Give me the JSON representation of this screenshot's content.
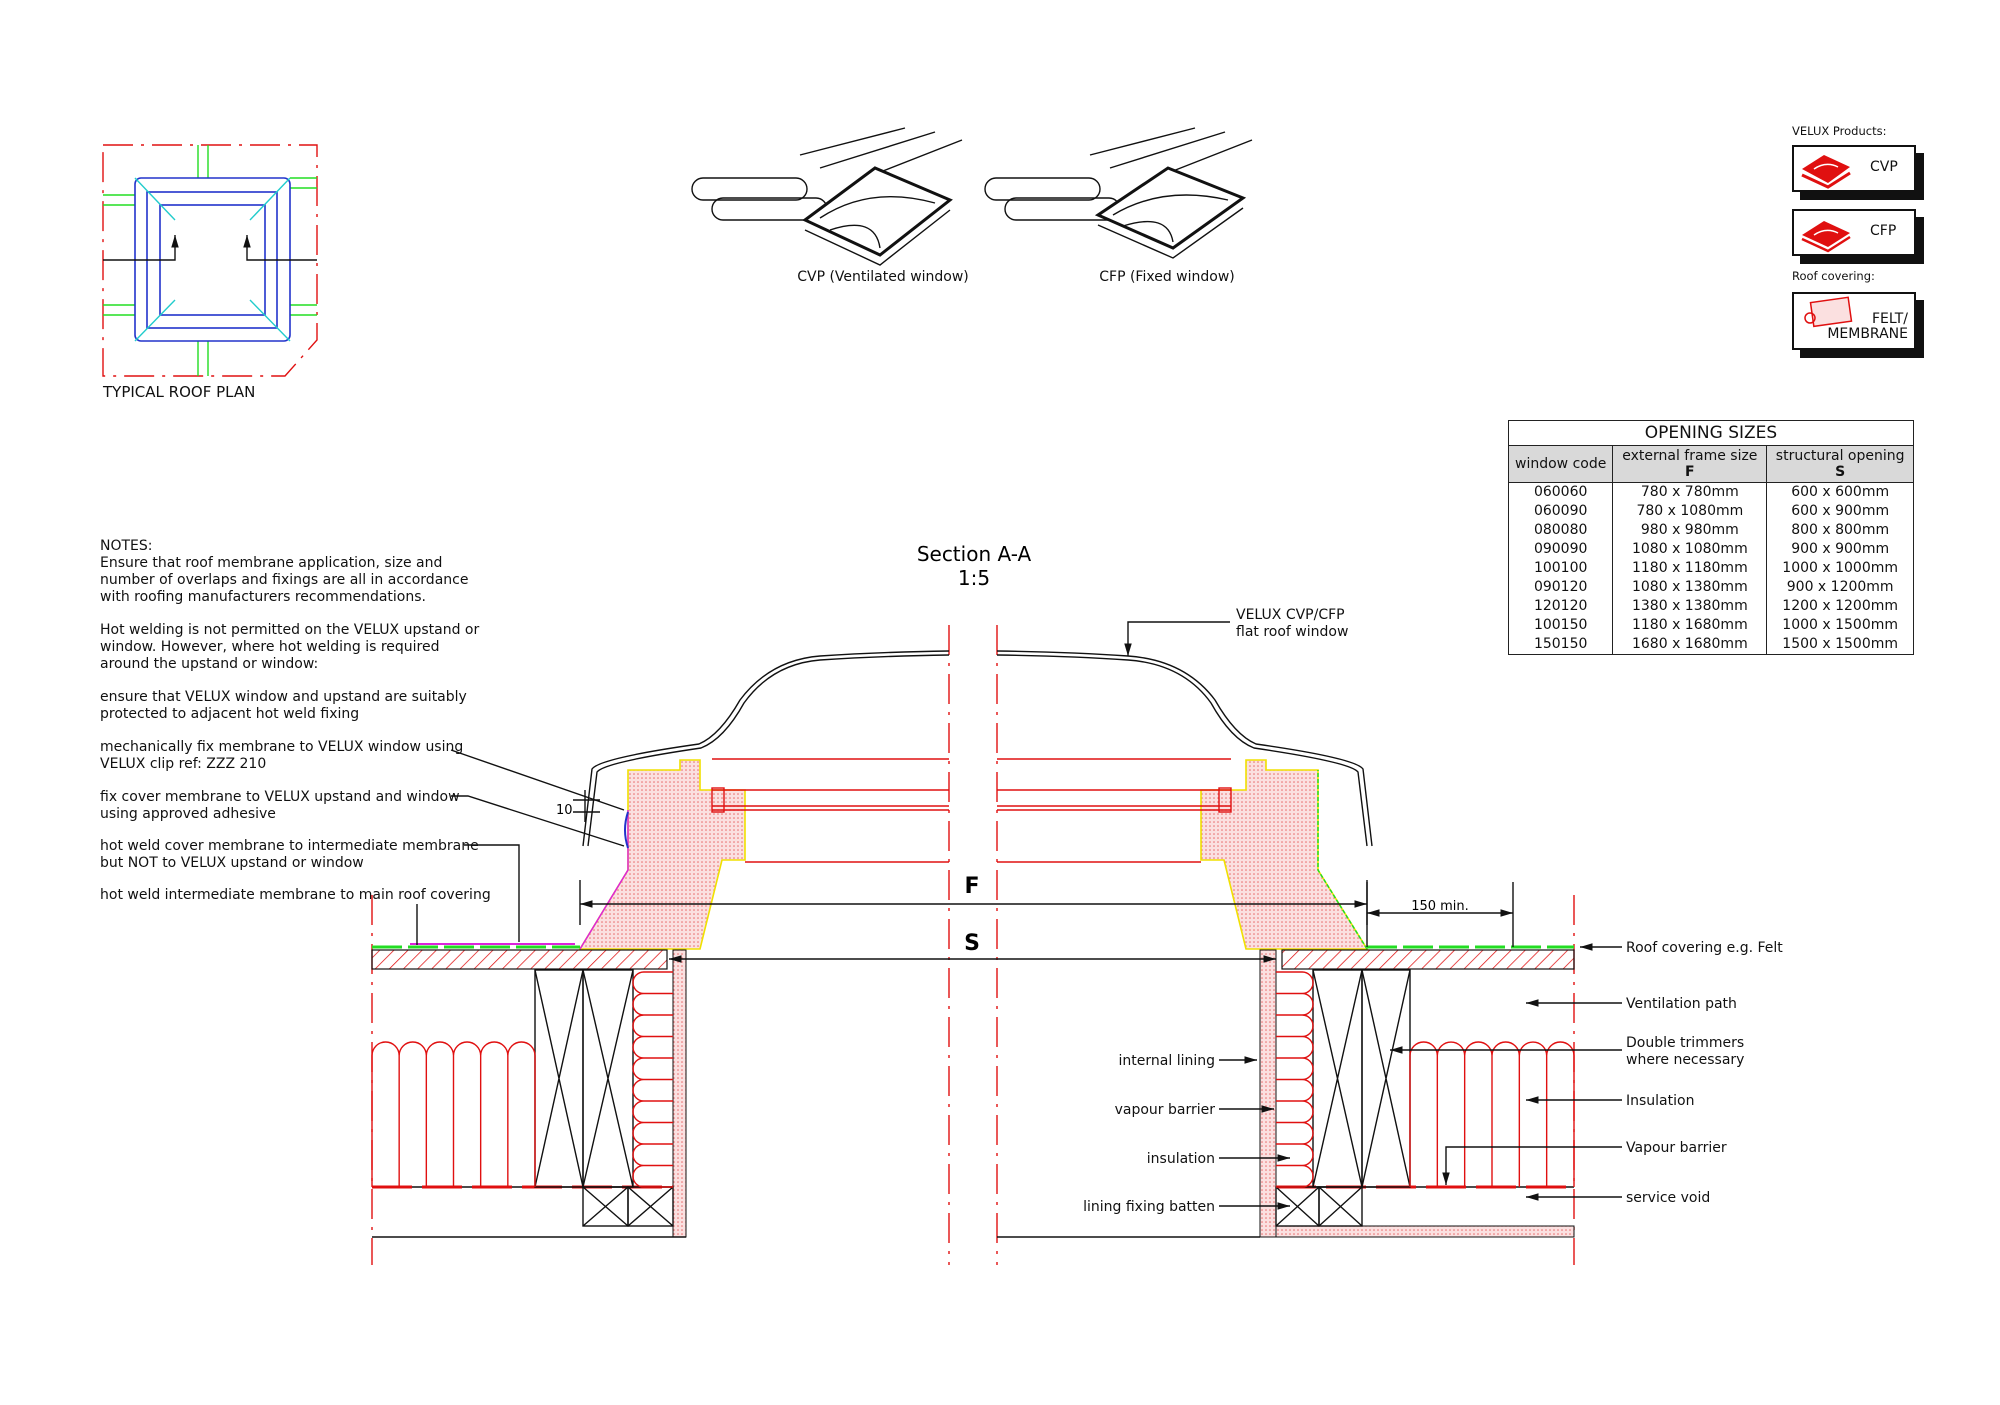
{
  "roof_plan": {
    "label": "TYPICAL ROOF PLAN"
  },
  "products": {
    "cvp_caption": "CVP (Ventilated window)",
    "cfp_caption": "CFP (Fixed window)"
  },
  "legend": {
    "products_heading": "VELUX Products:",
    "cvp": "CVP",
    "cfp": "CFP",
    "roof_heading": "Roof covering:",
    "felt_line1": "FELT/",
    "felt_line2": "MEMBRANE"
  },
  "table": {
    "title": "OPENING SIZES",
    "headers": {
      "code": "window code",
      "frame": "external frame size",
      "frame_sym": "F",
      "opening": "structural opening",
      "opening_sym": "S"
    },
    "rows": [
      [
        "060060",
        "780 x 780mm",
        "600 x 600mm"
      ],
      [
        "060090",
        "780 x 1080mm",
        "600 x 900mm"
      ],
      [
        "080080",
        "980 x 980mm",
        "800 x 800mm"
      ],
      [
        "090090",
        "1080 x 1080mm",
        "900 x 900mm"
      ],
      [
        "100100",
        "1180 x 1180mm",
        "1000 x 1000mm"
      ],
      [
        "090120",
        "1080 x 1380mm",
        "900 x 1200mm"
      ],
      [
        "120120",
        "1380 x 1380mm",
        "1200 x 1200mm"
      ],
      [
        "100150",
        "1180 x 1680mm",
        "1000 x 1500mm"
      ],
      [
        "150150",
        "1680 x 1680mm",
        "1500 x 1500mm"
      ]
    ]
  },
  "notes": {
    "heading": "NOTES:",
    "p1": [
      "Ensure that roof membrane application, size and",
      "number of overlaps and fixings are all in accordance",
      "with roofing manufacturers recommendations."
    ],
    "p2": [
      "Hot welding is not permitted on the VELUX upstand or",
      "window. However, where hot welding is required",
      "around the upstand or window:"
    ],
    "p3": [
      "ensure that VELUX window and upstand are suitably",
      "protected to adjacent hot weld fixing"
    ],
    "p4": [
      "mechanically fix membrane to VELUX window using",
      "VELUX clip ref: ZZZ 210"
    ],
    "p5": [
      "fix cover membrane to VELUX upstand and window",
      "using approved adhesive"
    ],
    "p6": [
      "hot weld cover membrane to intermediate membrane",
      "but NOT to VELUX upstand or window"
    ],
    "p7": [
      "hot weld intermediate membrane to main roof covering"
    ]
  },
  "section": {
    "title": "Section A-A",
    "scale": "1:5",
    "window_label": [
      "VELUX CVP/CFP",
      "flat roof window"
    ],
    "dim_f": "F",
    "dim_s": "S",
    "dim_150": "150 min.",
    "dim_10": "10",
    "right_labels": {
      "roof_covering": "Roof covering e.g. Felt",
      "ventilation": "Ventilation path",
      "trimmers": [
        "Double trimmers",
        "where necessary"
      ],
      "insulation": "Insulation",
      "vapour": "Vapour barrier",
      "service": "service void"
    },
    "inner_labels": {
      "lining": "internal lining",
      "vapour": "vapour barrier",
      "insulation": "insulation",
      "batten": "lining fixing batten"
    }
  },
  "colors": {
    "red": "#e01010",
    "green": "#22dd22",
    "blue": "#2233cc",
    "cyan": "#22cccc",
    "yellow": "#f0e000",
    "pink": "#f6c6c6"
  }
}
